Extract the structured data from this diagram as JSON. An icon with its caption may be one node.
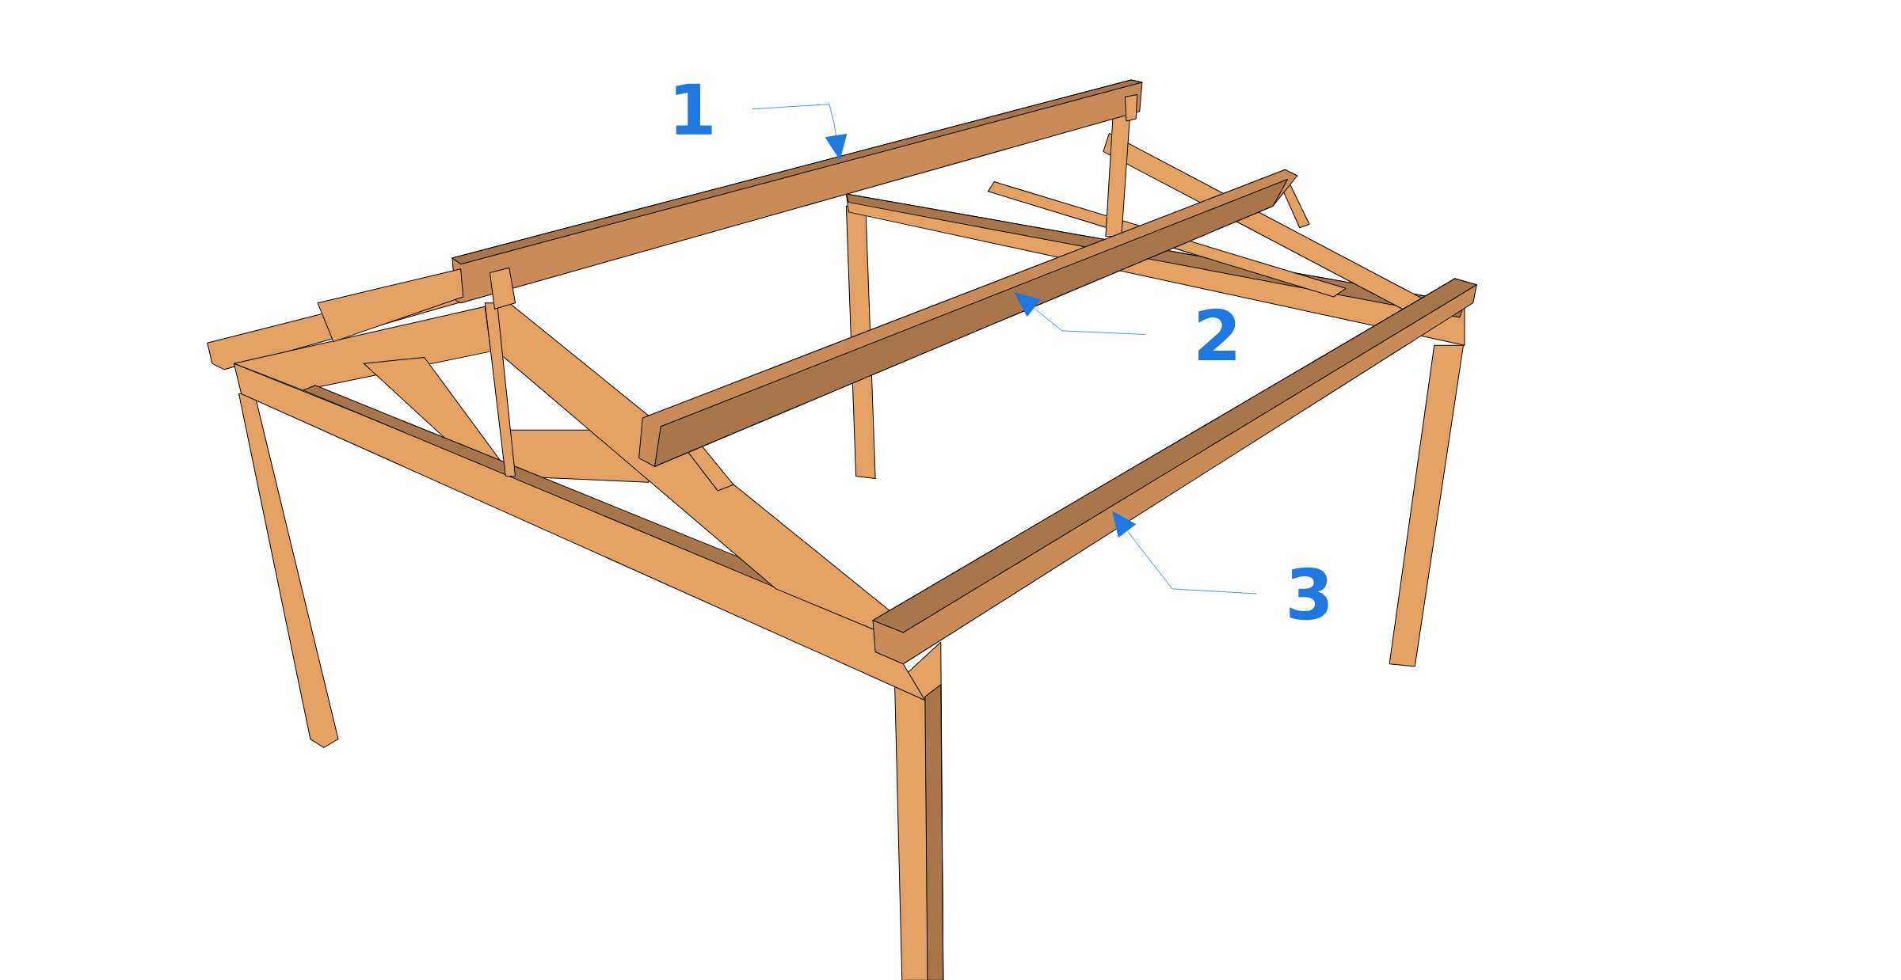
{
  "diagram": {
    "nodes": [
      {
        "text": [
          "1"
        ]
      },
      {
        "text": [
          "2"
        ]
      },
      {
        "text": [
          "3"
        ]
      },
      {
        "text": [],
        "shape": "bar"
      },
      {
        "text": [],
        "shape": "bar"
      },
      {
        "text": [],
        "shape": "bar"
      }
    ],
    "edges": [
      {
        "from": 0,
        "to": 3,
        "arrow": "to"
      },
      {
        "from": 1,
        "to": 4,
        "arrow": "to"
      },
      {
        "from": 2,
        "to": 5,
        "arrow": "to"
      }
    ]
  }
}
